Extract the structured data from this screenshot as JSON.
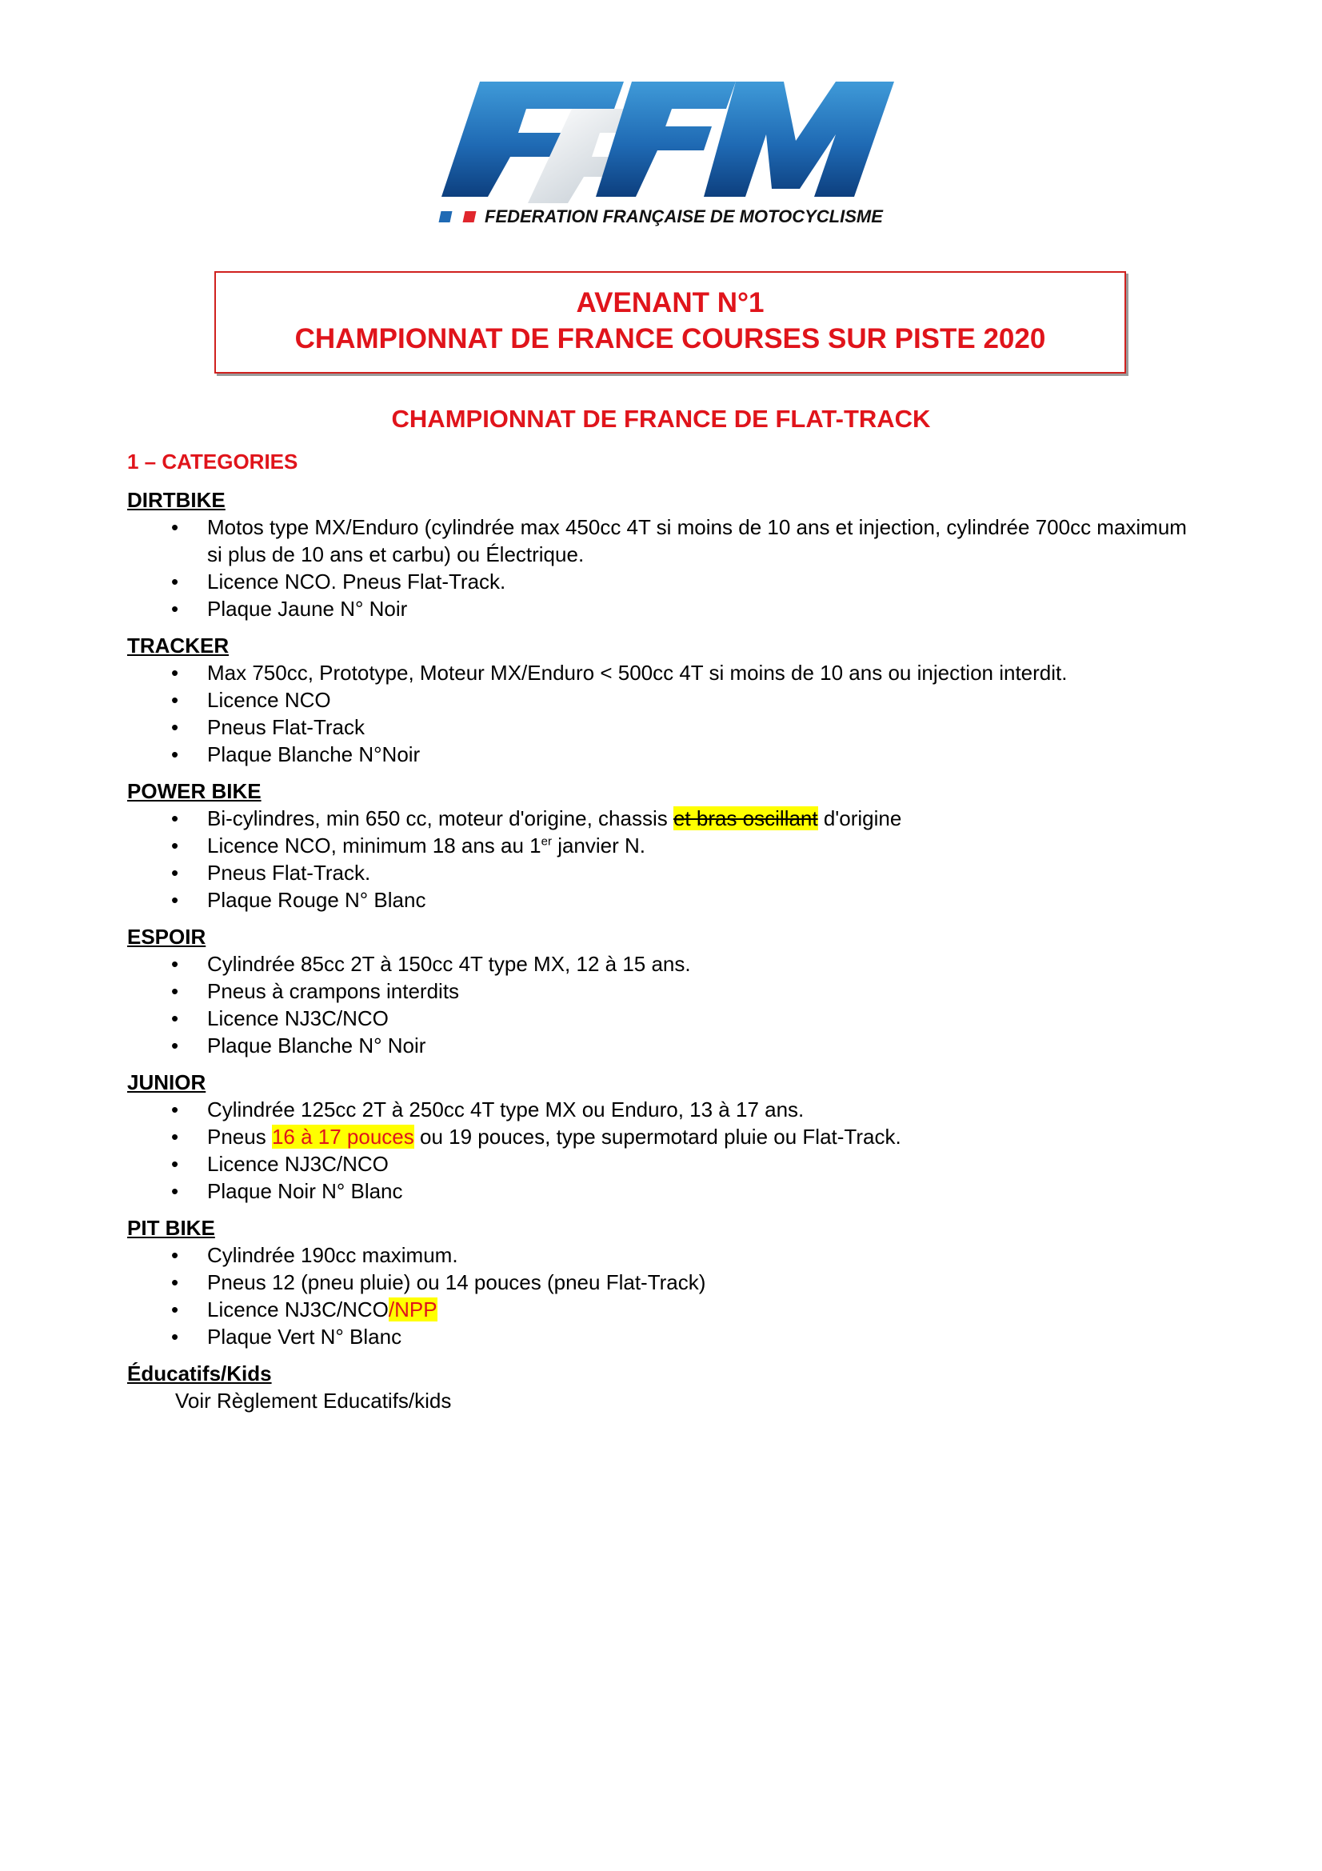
{
  "logo": {
    "letters": "FFM",
    "tagline": "FEDERATION FRANÇAISE DE MOTOCYCLISME",
    "colors": {
      "blue": "#1f6ab4",
      "red": "#e0262d"
    }
  },
  "header": {
    "line1": "AVENANT N°1",
    "line2": "CHAMPIONNAT DE FRANCE COURSES SUR PISTE 2020"
  },
  "subtitle": "CHAMPIONNAT DE FRANCE DE FLAT-TRACK",
  "section_title": "1 – CATEGORIES",
  "categories": {
    "dirtbike": {
      "name": "DIRTBIKE",
      "items": [
        "Motos type MX/Enduro (cylindrée max 450cc 4T si moins de 10 ans et injection, cylindrée 700cc maximum si plus de 10 ans et carbu) ou Électrique.",
        "Licence NCO. Pneus Flat-Track.",
        "Plaque Jaune N° Noir"
      ]
    },
    "tracker": {
      "name": "TRACKER",
      "items": [
        "Max 750cc, Prototype, Moteur MX/Enduro < 500cc 4T si moins de 10 ans ou injection interdit.",
        "Licence NCO",
        "Pneus Flat-Track",
        "Plaque Blanche N°Noir"
      ]
    },
    "powerbike": {
      "name": "POWER BIKE",
      "item1": {
        "before": "Bi-cylindres, min 650 cc, moteur d'origine, chassis ",
        "struck": "et bras oscillant",
        "after": " d'origine"
      },
      "item2": {
        "before": "Licence NCO, minimum 18 ans au 1",
        "sup": "er",
        "after": " janvier N."
      },
      "item3": "Pneus Flat-Track.",
      "item4": "Plaque Rouge N° Blanc"
    },
    "espoir": {
      "name": "ESPOIR",
      "items": [
        "Cylindrée 85cc 2T à 150cc 4T type MX, 12 à 15 ans.",
        "Pneus à crampons interdits",
        "Licence NJ3C/NCO",
        "Plaque Blanche N° Noir"
      ]
    },
    "junior": {
      "name": "JUNIOR",
      "item1": "Cylindrée 125cc 2T à 250cc 4T type MX ou Enduro, 13 à 17 ans.",
      "item2": {
        "before": "Pneus ",
        "highlight": "16 à 17 pouces",
        "after": " ou 19 pouces, type supermotard pluie ou Flat-Track."
      },
      "item3": "Licence NJ3C/NCO",
      "item4": "Plaque Noir N° Blanc"
    },
    "pitbike": {
      "name": "PIT BIKE",
      "item1": "Cylindrée 190cc maximum.",
      "item2": "Pneus 12 (pneu pluie) ou 14 pouces (pneu Flat-Track)",
      "item3": {
        "before": "Licence NJ3C/NCO",
        "highlight": "/NPP"
      },
      "item4": "Plaque Vert N° Blanc"
    },
    "educatifs": {
      "name": "Éducatifs/Kids",
      "text": "Voir Règlement Educatifs/kids"
    }
  }
}
